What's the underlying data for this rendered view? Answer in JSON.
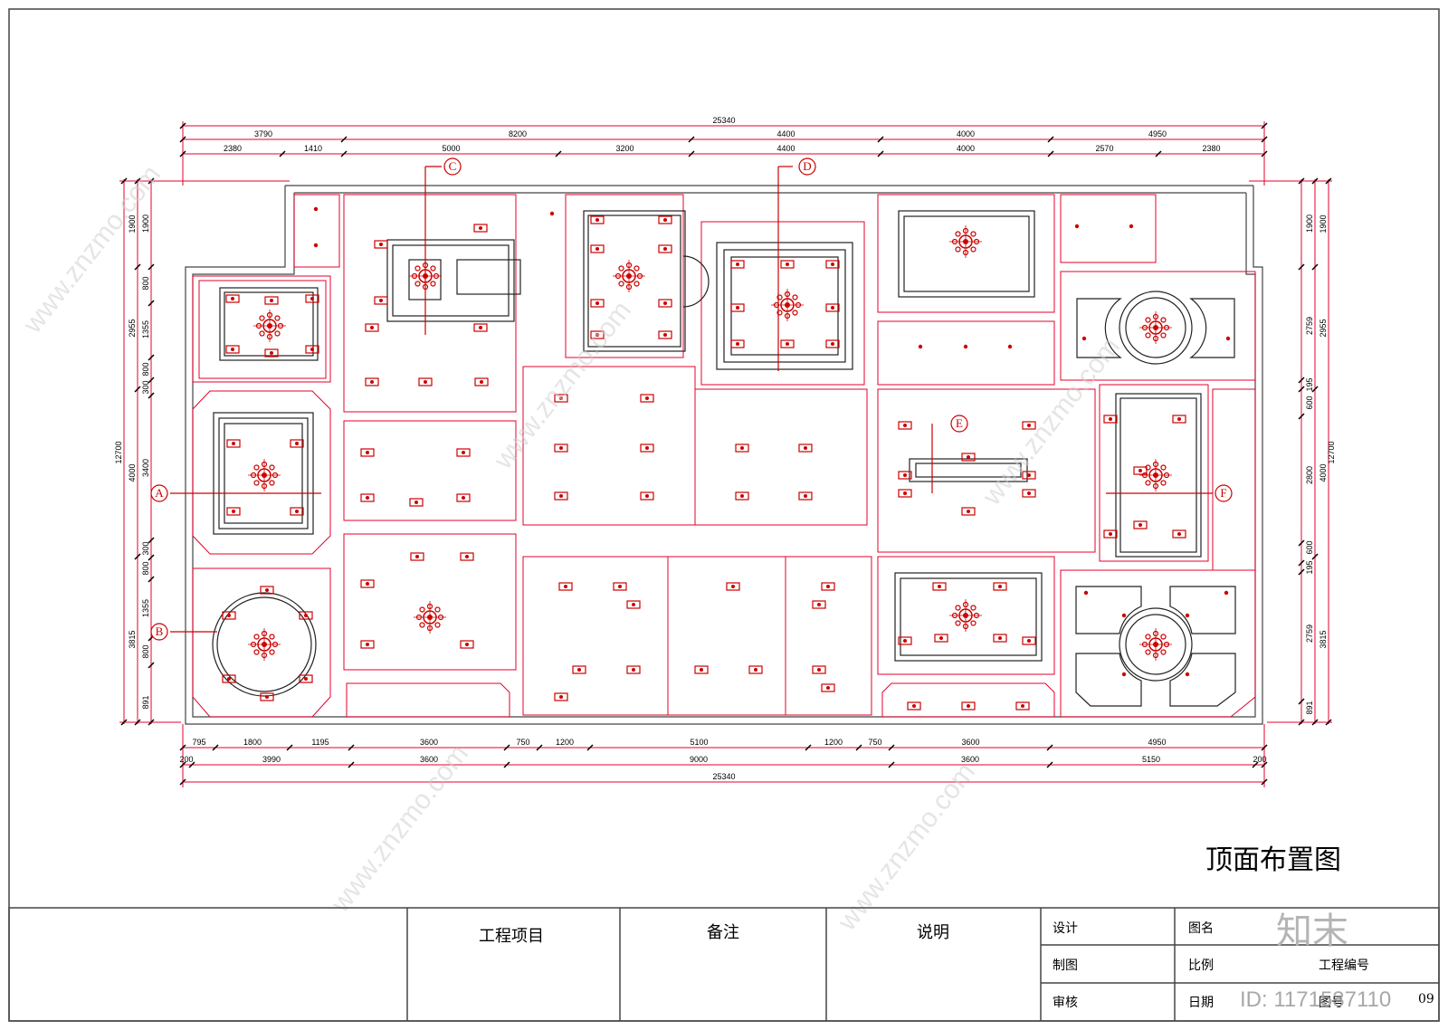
{
  "drawing_title": "顶面布置图",
  "dims_top": {
    "total": "25340",
    "row1": [
      "3790",
      "8200",
      "4400",
      "4000",
      "4950"
    ],
    "row2": [
      "2380",
      "1410",
      "5000",
      "3200",
      "4400",
      "4000",
      "2570",
      "2380"
    ]
  },
  "dims_bottom": {
    "row1": [
      "795",
      "1800",
      "1195",
      "3600",
      "750",
      "1200",
      "5100",
      "1200",
      "750",
      "3600",
      "4950"
    ],
    "row2": [
      "200",
      "3990",
      "3600",
      "9000",
      "3600",
      "5150",
      "200"
    ],
    "total": "25340"
  },
  "dims_left": {
    "outer": "12700",
    "mid": [
      "1900",
      "2955",
      "4000",
      "3815"
    ],
    "inner": [
      "1900",
      "800",
      "1355",
      "800",
      "300",
      "3400",
      "300",
      "800",
      "1355",
      "800",
      "891"
    ]
  },
  "dims_right": {
    "outer": "12700",
    "mid": [
      "1900",
      "2955",
      "4000",
      "3815"
    ],
    "inner": [
      "1900",
      "2759",
      "195",
      "600",
      "2800",
      "600",
      "195",
      "2759",
      "891"
    ]
  },
  "section_markers": [
    "A",
    "B",
    "C",
    "D",
    "E",
    "F"
  ],
  "title_block": {
    "project": "工程项目",
    "remarks": "备注",
    "notes": "说明",
    "design": "设计",
    "drawn": "制图",
    "review": "审核",
    "drawing_name": "图名",
    "scale": "比例",
    "date": "日期",
    "project_no": "工程编号",
    "drawing_no": "图号",
    "sheet": "09"
  },
  "watermark": {
    "brand": "知末",
    "site": "www.znzmo.com",
    "id": "ID: 1171537110"
  },
  "colors": {
    "line": "#e4002b",
    "ink": "#000000",
    "frame": "#444444"
  }
}
